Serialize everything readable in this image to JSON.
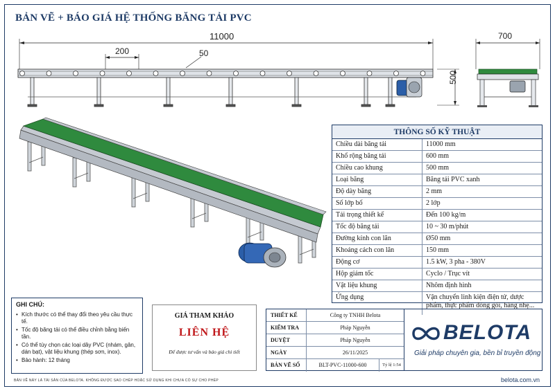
{
  "title": "BẢN VẼ + BÁO GIÁ HỆ THỐNG BĂNG TẢI PVC",
  "dimensions": {
    "total_length": "11000",
    "pitch": "200",
    "roller": "50",
    "height": "500",
    "width": "700"
  },
  "spec": {
    "heading": "THÔNG SỐ KỸ THUẬT",
    "rows": [
      {
        "key": "Chiều dài băng tải",
        "value": "11000 mm"
      },
      {
        "key": "Khổ rộng băng tải",
        "value": "600 mm"
      },
      {
        "key": "Chiều cao khung",
        "value": "500 mm"
      },
      {
        "key": "Loại băng",
        "value": "Băng tải PVC xanh"
      },
      {
        "key": "Độ dày băng",
        "value": "2 mm"
      },
      {
        "key": "Số lớp bố",
        "value": "2 lớp"
      },
      {
        "key": "Tải trọng thiết kế",
        "value": "Đến 100 kg/m"
      },
      {
        "key": "Tốc độ băng tải",
        "value": "10 ~ 30 m/phút"
      },
      {
        "key": "Đường kính con lăn",
        "value": "Ø50 mm"
      },
      {
        "key": "Khoảng cách con lăn",
        "value": "150 mm"
      },
      {
        "key": "Động cơ",
        "value": "1.5 kW, 3 pha - 380V"
      },
      {
        "key": "Hộp giảm tốc",
        "value": "Cyclo / Trục vít"
      },
      {
        "key": "Vật liệu khung",
        "value": "Nhôm định hình"
      },
      {
        "key": "Ứng dụng",
        "value": "Vận chuyển linh kiện điện tử, dược phẩm, thực phẩm đóng gói, hàng nhẹ..."
      }
    ]
  },
  "notes": {
    "title": "GHI CHÚ:",
    "items": [
      "Kích thước có thể thay đổi theo yêu cầu thực tế.",
      "Tốc độ băng tải có thể điều chỉnh bằng biến tần.",
      "Có thể tùy chọn các loại dây PVC (nhám, gân, dán bạt), vật liệu khung (thép sơn, inox).",
      "Bảo hành: 12 tháng"
    ]
  },
  "price": {
    "label": "GIÁ THAM KHẢO",
    "main": "LIÊN HỆ",
    "sub": "Để được tư vấn và báo giá chi tiết"
  },
  "title_block": {
    "rows": [
      {
        "key": "THIẾT KẾ",
        "value": "Công ty TNHH Belota"
      },
      {
        "key": "KIỂM TRA",
        "value": "Pháp Nguyễn"
      },
      {
        "key": "DUYỆT",
        "value": "Pháp Nguyễn"
      },
      {
        "key": "NGÀY",
        "value": "26/11/2025"
      },
      {
        "key": "BẢN VẼ SỐ",
        "value": "BLT-PVC-11000-600"
      }
    ],
    "scale": "Tỷ lệ 1:54"
  },
  "brand": {
    "name": "BELOTA",
    "slogan": "Giải pháp chuyên gia, bền bỉ truyền động",
    "website": "belota.com.vn",
    "color": "#1e3b66",
    "belt_color": "#2f8a3e"
  },
  "footer": "BẢN VẼ NÀY LÀ TÀI SẢN CỦA BELOTA. KHÔNG ĐƯỢC SAO CHÉP HOẶC SỬ DỤNG KHI CHƯA CÓ SỰ CHO PHÉP"
}
